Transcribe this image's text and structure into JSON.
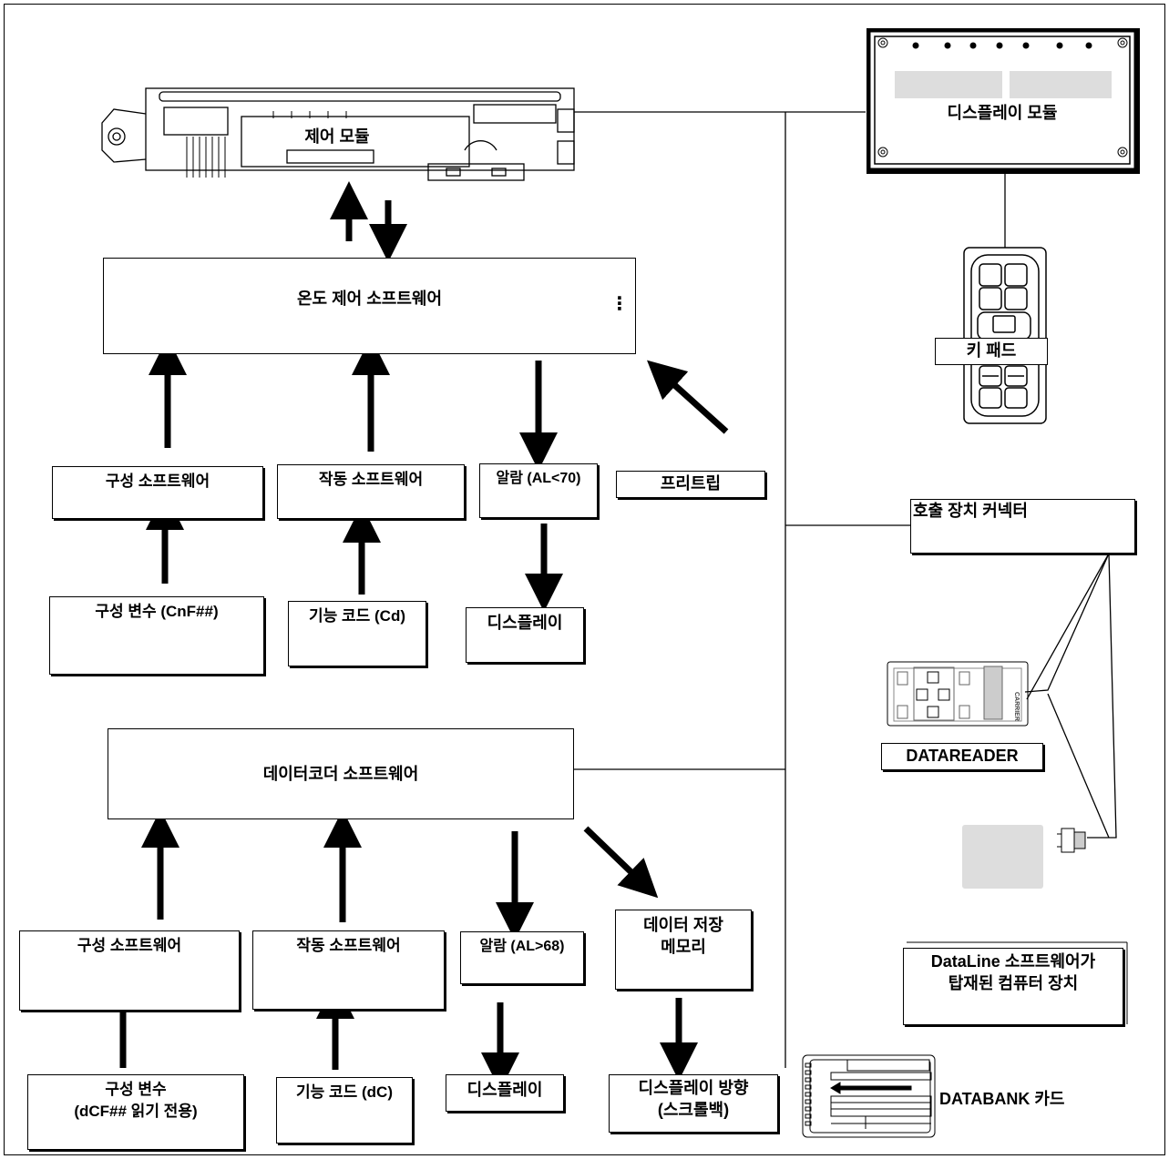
{
  "hardware": {
    "control_module": "제어 모듈",
    "display_module": "디스플레이 모듈",
    "keypad": "키 패드",
    "interrogator_connector": "호출 장치 커넥터",
    "datareader": "DATAREADER",
    "pc_with_dataline": "DataLine 소프트웨어가\n탑재된 컴퓨터 장치",
    "databank_card": "DATABANK 카드"
  },
  "temperature_section": {
    "title": "온도 제어 소프트웨어",
    "menu_glyph": "⋮",
    "config_software": "구성 소프트웨어",
    "operational_software": "작동 소프트웨어",
    "alarms": "알람 (AL<70)",
    "pretrip": "프리트립",
    "config_variables": "구성 변수 (CnF##)",
    "function_codes": "기능 코드 (Cd)",
    "display": "디스플레이"
  },
  "datacorder_section": {
    "title": "데이터코더 소프트웨어",
    "config_software": "구성 소프트웨어",
    "operational_software": "작동 소프트웨어",
    "alarms": "알람 (AL>68)",
    "data_storage": "데이터 저장\n메모리",
    "config_variables": "구성 변수\n(dCF## 읽기 전용)",
    "function_codes": "기능 코드 (dC)",
    "display": "디스플레이",
    "display_scrollback": "디스플레이 방향\n(스크롤백)"
  }
}
